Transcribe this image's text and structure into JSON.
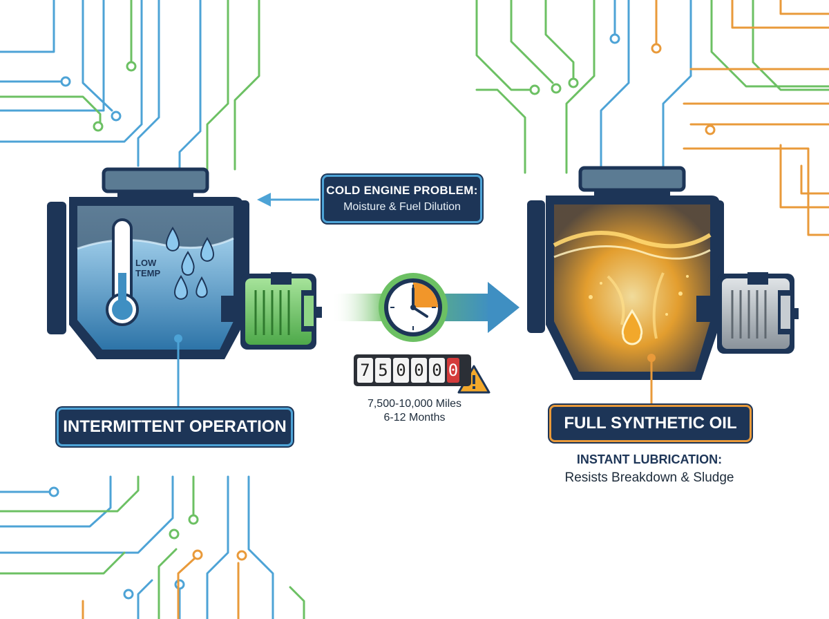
{
  "problem": {
    "title": "COLD ENGINE PROBLEM:",
    "subtitle": "Moisture & Fuel Dilution"
  },
  "left_engine": {
    "label": "INTERMITTENT OPERATION",
    "temp_label": "LOW\nTEMP",
    "coolant_color": "#3f8fc2",
    "motor_color": "#6cc063"
  },
  "transition": {
    "odometer_digits": [
      "7",
      "5",
      "0",
      "0",
      "0",
      "0"
    ],
    "mileage": "7,500-10,000 Miles",
    "months": "6-12 Months",
    "clock_icon": "clock-icon",
    "warning_icon": "warning-icon"
  },
  "right_engine": {
    "label": "FULL SYNTHETIC OIL",
    "benefit_title": "INSTANT LUBRICATION:",
    "benefit_subtitle": "Resists Breakdown & Sludge",
    "oil_color": "#f2a82b",
    "motor_color": "#9aa3ab"
  },
  "colors": {
    "navy": "#1d3557",
    "blue": "#4da3d6",
    "green": "#6cc063",
    "orange": "#e99a3a"
  }
}
